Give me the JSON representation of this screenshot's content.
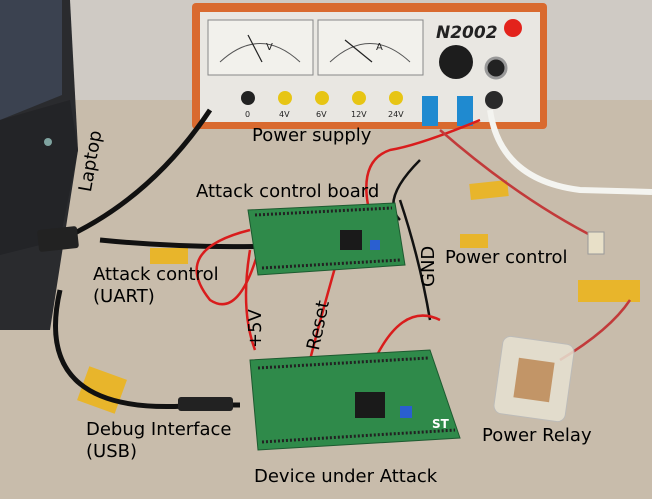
{
  "labels": {
    "power_supply": "Power supply",
    "laptop": "Laptop",
    "attack_control_board": "Attack control board",
    "gnd": "GND",
    "power_control": "Power control",
    "attack_control_line1": "Attack control",
    "attack_control_line2": "(UART)",
    "plus5v": "+5V",
    "reset": "Reset",
    "debug_line1": "Debug Interface",
    "debug_line2": "(USB)",
    "power_relay": "Power Relay",
    "device_under_attack": "Device under Attack"
  },
  "power_supply_panel": {
    "brand_text": "N2002",
    "meter_v_unit": "V",
    "meter_a_unit": "A",
    "terminal_labels": [
      "0",
      "4V",
      "6V",
      "12V",
      "24V"
    ]
  },
  "board_logo": "ST"
}
